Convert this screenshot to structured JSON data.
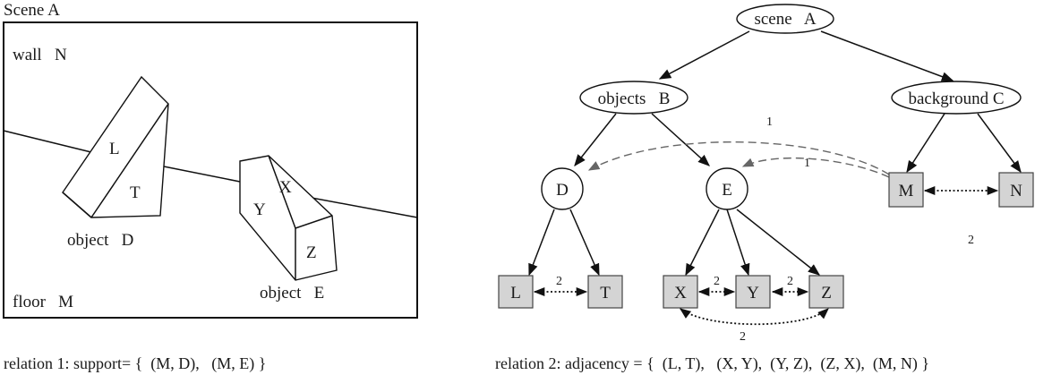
{
  "scene": {
    "title": "Scene A",
    "wall_label": "wall   N",
    "floor_label": "floor   M",
    "object_d_label": "object   D",
    "object_e_label": "object   E",
    "face_l": "L",
    "face_t": "T",
    "face_x": "X",
    "face_y": "Y",
    "face_z": "Z"
  },
  "tree": {
    "root": "scene   A",
    "objects": "objects   B",
    "background": "background C",
    "node_d": "D",
    "node_e": "E",
    "node_m": "M",
    "node_n": "N",
    "leaf_l": "L",
    "leaf_t": "T",
    "leaf_x": "X",
    "leaf_y": "Y",
    "leaf_z": "Z",
    "support_label_1": "1",
    "support_label_2": "1",
    "adj_label_lt": "2",
    "adj_label_xy": "2",
    "adj_label_yz": "2",
    "adj_label_zx": "2",
    "adj_label_mn": "2"
  },
  "captions": {
    "relation1": "relation 1: support= {  (M, D),   (M, E) }",
    "relation2": "relation 2: adjacency = {  (L, T),   (X, Y),  (Y, Z),  (Z, X),  (M, N) }"
  }
}
